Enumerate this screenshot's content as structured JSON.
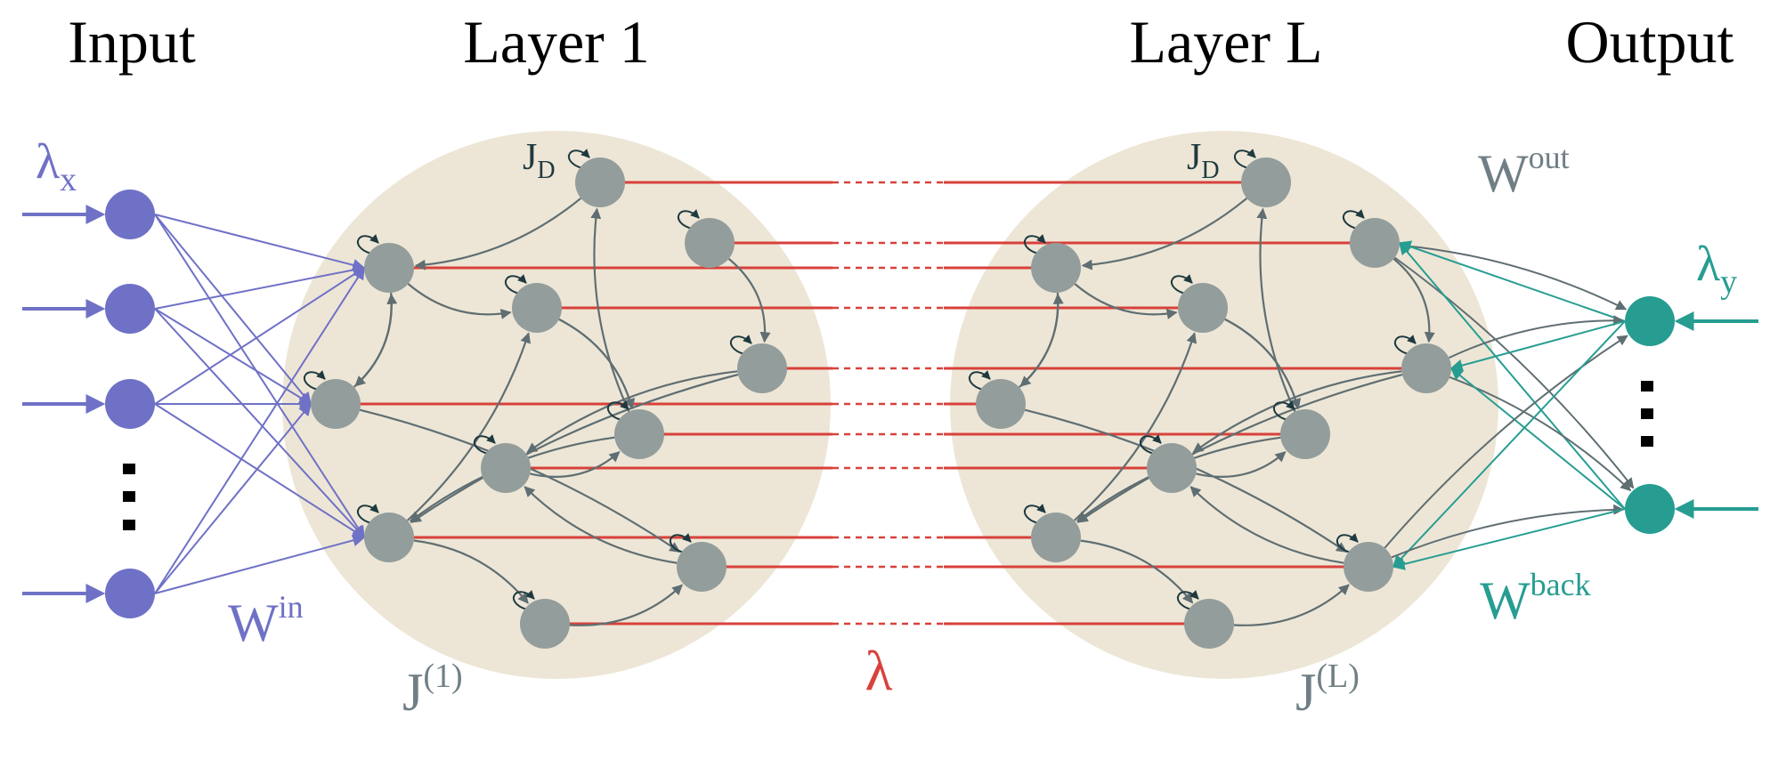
{
  "headers": {
    "input": "Input",
    "layer1": "Layer 1",
    "layerL": "Layer L",
    "output": "Output"
  },
  "labels": {
    "lambda_x": {
      "base": "λ",
      "sub": "x"
    },
    "lambda_y": {
      "base": "λ",
      "sub": "y"
    },
    "w_in": {
      "base": "W",
      "sup": "in"
    },
    "w_out": {
      "base": "W",
      "sup": "out"
    },
    "w_back": {
      "base": "W",
      "sup": "back"
    },
    "j1": {
      "base": "J",
      "sup": "(1)"
    },
    "jL": {
      "base": "J",
      "sup": "(L)"
    },
    "jd1": {
      "base": "J",
      "sub": "D"
    },
    "jdL": {
      "base": "J",
      "sub": "D"
    },
    "lambda": "λ"
  },
  "colors": {
    "input": "#6f71c6",
    "output": "#279d92",
    "reservoir_node": "#939d9c",
    "reservoir_bg": "#ede6d6",
    "internal_edge": "#5f6e72",
    "inter_layer": "#d8413b",
    "text_grey": "#6f7f85"
  },
  "icons": {
    "input_ellipsis": "vertical-dots-icon",
    "output_ellipsis": "vertical-dots-icon"
  }
}
